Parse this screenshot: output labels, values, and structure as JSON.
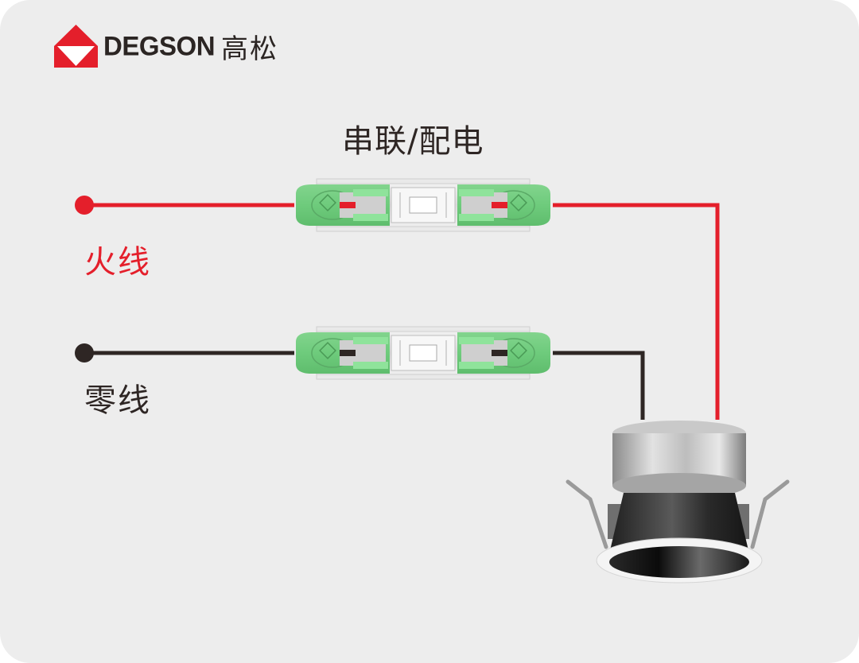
{
  "brand": {
    "name_en": "DEGSON",
    "name_cn": "高松",
    "logo_icon": "house-triangle-logo",
    "colors": {
      "brand_red": "#e41f2b",
      "brand_dark": "#2b2523"
    }
  },
  "diagram": {
    "title": "串联/配电",
    "wires": [
      {
        "id": "live",
        "label": "火线",
        "color": "#e41f2b"
      },
      {
        "id": "neutral",
        "label": "零线",
        "color": "#2e2624"
      }
    ],
    "connectors": [
      {
        "id": "connector-live",
        "wire": "live",
        "color": "#6ecb7c"
      },
      {
        "id": "connector-neutral",
        "wire": "neutral",
        "color": "#6ecb7c"
      }
    ],
    "load": {
      "name": "downlight",
      "icon": "recessed-downlight"
    },
    "background": "#ededed"
  }
}
